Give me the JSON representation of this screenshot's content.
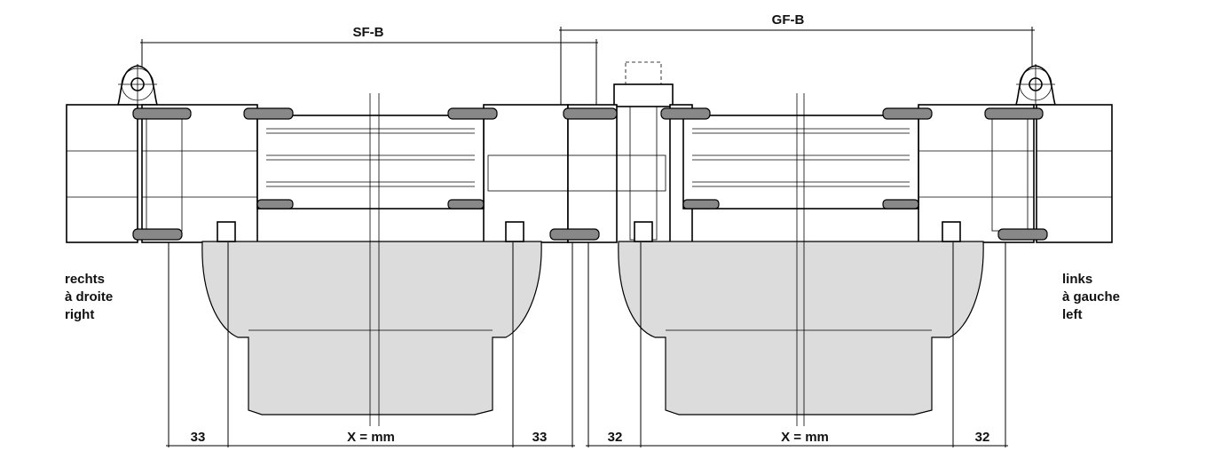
{
  "dimensions": {
    "sf_b": "SF-B",
    "gf_b": "GF-B",
    "left_offset_1": "33",
    "left_x": "X = mm",
    "left_offset_2": "33",
    "right_offset_1": "32",
    "right_x": "X = mm",
    "right_offset_2": "32"
  },
  "side_labels": {
    "left": [
      "rechts",
      "à droite",
      "right"
    ],
    "right": [
      "links",
      "à gauche",
      "left"
    ]
  }
}
